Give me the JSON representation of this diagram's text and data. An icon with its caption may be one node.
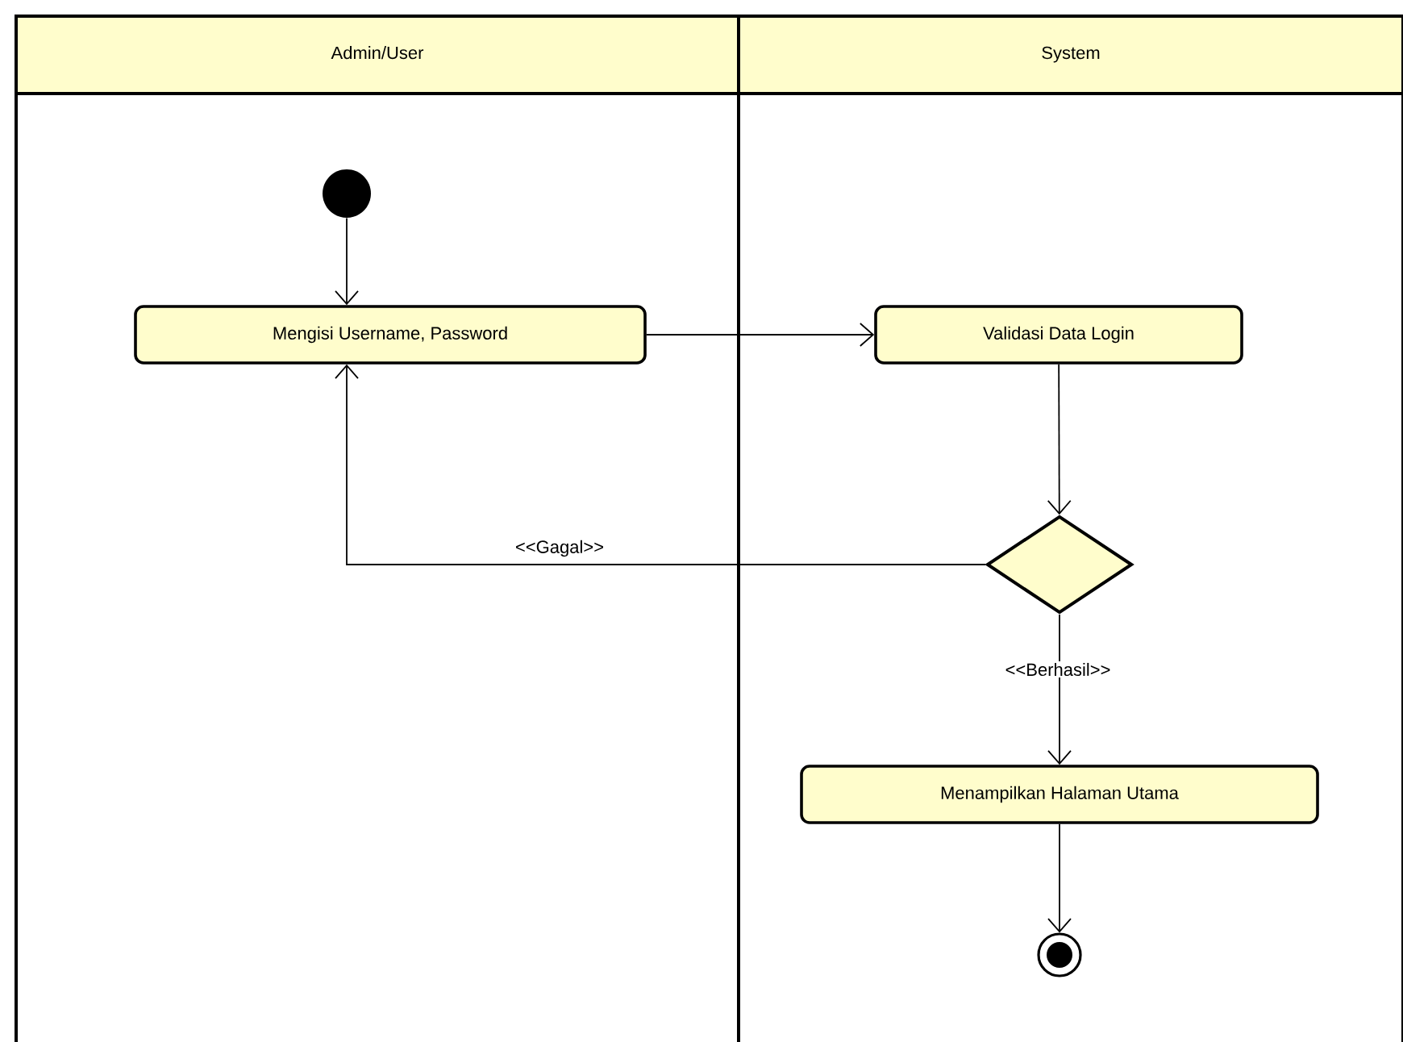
{
  "diagram": {
    "nodes": [
      {
        "text": [
          "Admin/User"
        ]
      },
      {
        "text": [
          "System"
        ]
      },
      {
        "text": [],
        "shape": "circle",
        "in": 0
      },
      {
        "text": [
          "Mengisi Username, Password"
        ],
        "in": 0
      },
      {
        "text": [
          "Validasi Data Login"
        ],
        "in": 1
      },
      {
        "text": [],
        "shape": "diamond",
        "in": 1
      },
      {
        "text": [
          "Menampilkan Halaman Utama"
        ],
        "in": 1
      },
      {
        "text": [],
        "shape": "circle",
        "in": 1
      }
    ],
    "edges": [
      {
        "from": 2,
        "to": 3,
        "arrow": "to"
      },
      {
        "from": 3,
        "to": 4,
        "arrow": "to"
      },
      {
        "from": 4,
        "to": 5,
        "arrow": "to"
      },
      {
        "from": 5,
        "to": 3,
        "arrow": "to",
        "label": "<<Gagal>>"
      },
      {
        "from": 5,
        "to": 6,
        "arrow": "to",
        "label": "<<Berhasil>>"
      },
      {
        "from": 6,
        "to": 7,
        "arrow": "to"
      }
    ]
  }
}
